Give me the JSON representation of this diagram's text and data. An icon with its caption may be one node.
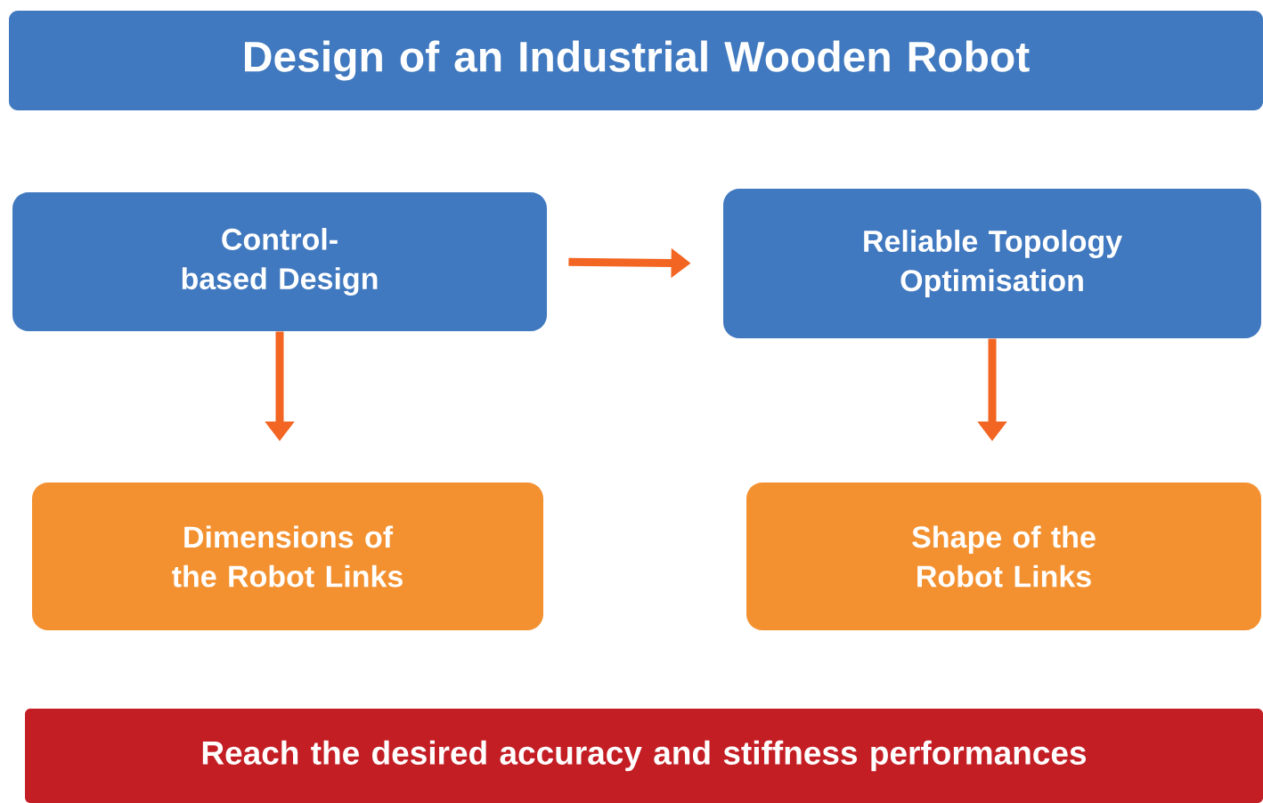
{
  "diagram": {
    "nodes": [
      {
        "text": [
          "Design of an Industrial Wooden Robot"
        ]
      },
      {
        "text": [
          "Control-based Design"
        ]
      },
      {
        "text": [
          "Reliable Topology Optimisation"
        ]
      },
      {
        "text": [
          "Dimensions of the Robot Links"
        ]
      },
      {
        "text": [
          "Shape of the Robot Links"
        ]
      },
      {
        "text": [
          "Reach the desired accuracy and stiffness performances"
        ]
      }
    ],
    "edges": [
      {
        "from": 1,
        "to": 2,
        "arrow": "to"
      },
      {
        "from": 1,
        "to": 3,
        "arrow": "to"
      },
      {
        "from": 2,
        "to": 4,
        "arrow": "to"
      }
    ]
  }
}
